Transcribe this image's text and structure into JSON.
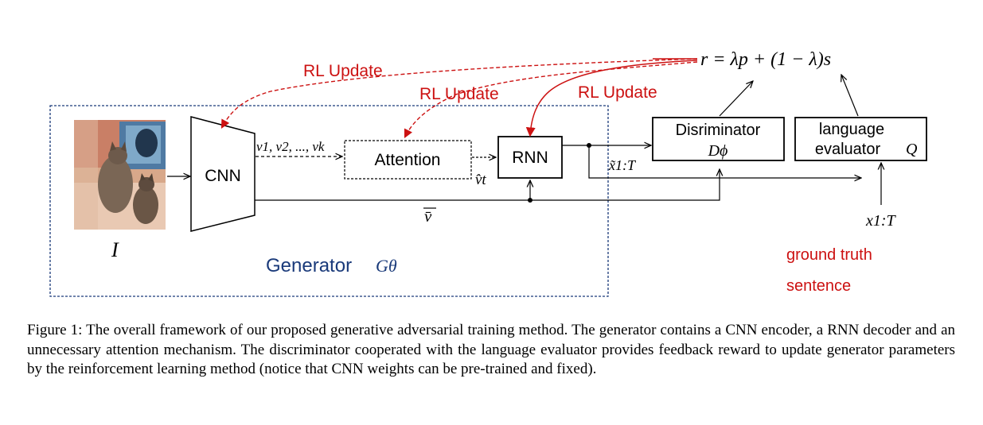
{
  "diagram": {
    "image_label": "I",
    "cnn_label": "CNN",
    "features_label": "v1, v2, ..., vk",
    "attention_label": "Attention",
    "context_vector_label": "v̂t",
    "rnn_label": "RNN",
    "mean_feature_label": "v̄",
    "generated_seq_label": "x̃1:T",
    "discriminator_title": "Disriminator",
    "discriminator_symbol": "Dϕ",
    "evaluator_line1": "language",
    "evaluator_line2": "evaluator",
    "evaluator_symbol": "Q",
    "reward_formula": "r = λp + (1 − λ)s",
    "gt_seq_label": "x1:T",
    "gt_line1": "ground truth",
    "gt_line2": "sentence",
    "generator_label": "Generator",
    "generator_symbol": "Gθ",
    "rl_update_1": "RL Update",
    "rl_update_2": "RL Update",
    "rl_update_3": "RL Update"
  },
  "colors": {
    "rl_red": "#cc1111",
    "generator_blue": "#1a3a7a",
    "black": "#000000"
  },
  "caption": "Figure 1: The overall framework of our proposed generative adversarial training method. The generator contains a CNN encoder, a RNN decoder and an unnecessary attention mechanism. The discriminator cooperated with the language evaluator provides feedback reward to update generator parameters by the reinforcement learning method (notice that CNN weights can be pre-trained and fixed)."
}
